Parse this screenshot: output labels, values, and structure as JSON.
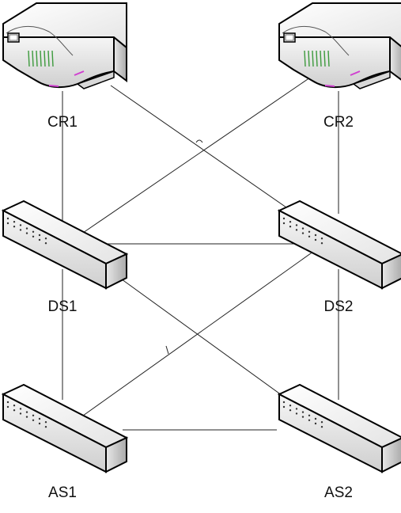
{
  "nodes": [
    {
      "id": "CR1",
      "label": "CR1",
      "device": "router-icon"
    },
    {
      "id": "CR2",
      "label": "CR2",
      "device": "router-icon"
    },
    {
      "id": "DS1",
      "label": "DS1",
      "device": "switch-icon"
    },
    {
      "id": "DS2",
      "label": "DS2",
      "device": "switch-icon"
    },
    {
      "id": "AS1",
      "label": "AS1",
      "device": "switch-icon"
    },
    {
      "id": "AS2",
      "label": "AS2",
      "device": "switch-icon"
    }
  ],
  "links": [
    {
      "from": "CR1",
      "to": "DS1"
    },
    {
      "from": "CR1",
      "to": "DS2"
    },
    {
      "from": "CR2",
      "to": "DS1"
    },
    {
      "from": "CR2",
      "to": "DS2"
    },
    {
      "from": "DS1",
      "to": "DS2"
    },
    {
      "from": "DS1",
      "to": "AS1"
    },
    {
      "from": "DS1",
      "to": "AS2"
    },
    {
      "from": "DS2",
      "to": "AS1"
    },
    {
      "from": "DS2",
      "to": "AS2"
    },
    {
      "from": "AS1",
      "to": "AS2"
    }
  ],
  "colors": {
    "line": "#222222",
    "device_body": "#f2f2f2",
    "device_shadow": "#c8c8c8",
    "router_accent_green": "#3c9a3c",
    "router_accent_magenta": "#d040d0"
  }
}
